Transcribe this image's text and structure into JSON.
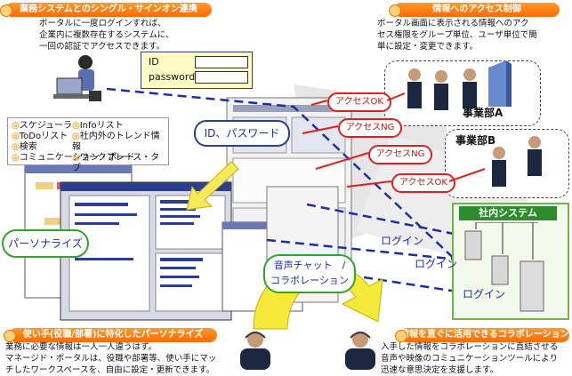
{
  "top_left": {
    "banner": "業務システムとのシングル・サインオン連携",
    "desc": [
      "ポータルに一度ログインすれば、",
      "企業内に複数存在するシステムに、",
      "一回の認証でアクセスできます。"
    ]
  },
  "top_right": {
    "banner": "情報へのアクセス制御",
    "desc": [
      "ポータル画面に表示される情報へのアク",
      "セス権限をグループ単位、ユーザ単位で簡",
      "単に設定・変更できます。"
    ]
  },
  "bottom_left": {
    "banner": "使い手(役職/部署)に特化したパーソナライズ",
    "desc": [
      "業務に必要な情報は一人一人違うはず。",
      "マネージド・ポータルは、役職や部署等、使い手にマッ",
      "チしたワークスペースを、自由に設定・更新できます。"
    ]
  },
  "bottom_right": {
    "banner": "情報を直ぐに活用できるコラボレーション連携",
    "desc": [
      "入手した情報をコラボレーションに直結させる",
      "音声や映像のコミュニケーションツールにより",
      "迅速な意思決定を支援します。"
    ]
  },
  "login_box": {
    "id_label": "ID",
    "password_label": "password"
  },
  "id_password_label": "ID、パスワード",
  "feature_list": {
    "col1": [
      "スケジューラ",
      "ToDoリスト",
      "検索",
      "コミュニケーション・ボード"
    ],
    "col2": [
      "Infoリスト",
      "社内外のトレンド情報",
      "ワークプレース・タブ"
    ]
  },
  "personalize_label": "パーソナライズ",
  "voice_label": [
    "音声チャット　/",
    "コラボレーション"
  ],
  "access": {
    "ok1": "アクセスOK",
    "ng1": "アクセスNG",
    "ng2": "アクセスNG",
    "ok2": "アクセスOK"
  },
  "division_a": "事業部A",
  "division_b": "事業部B",
  "internal_system": "社内システム",
  "logins": [
    "ログイン",
    "ログイン",
    "ログイン"
  ],
  "colors": {
    "accent_orange": "#ff7a00",
    "green": "#2ea52e",
    "red": "#e02020",
    "blue": "#1a2fa6"
  }
}
